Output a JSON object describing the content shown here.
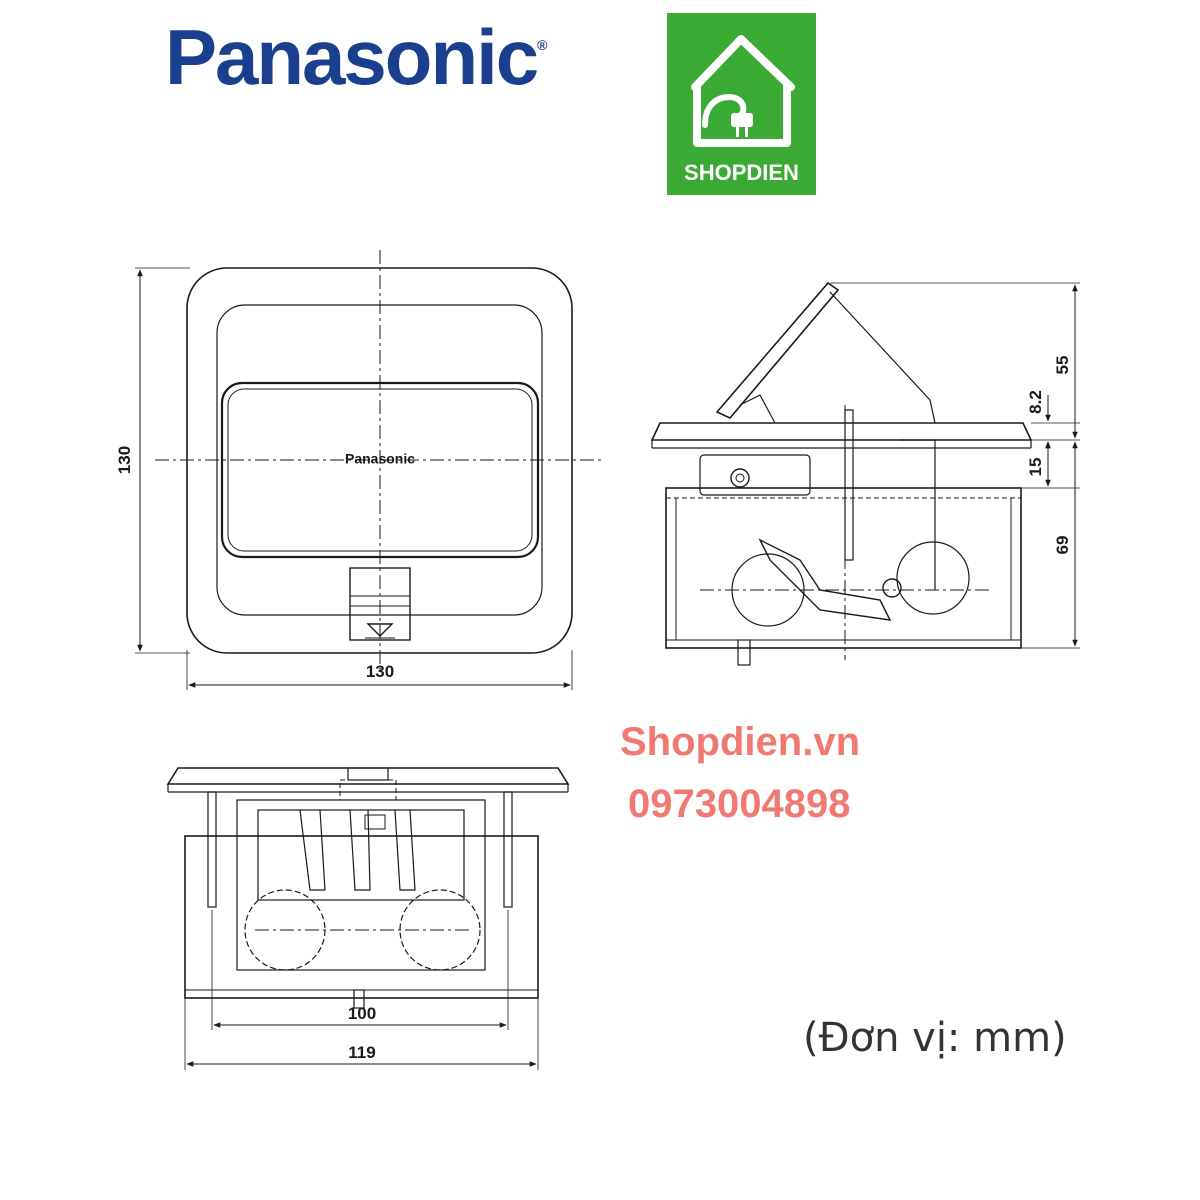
{
  "brand": {
    "logo_text": "Panasonic"
  },
  "shop": {
    "logo_name": "SHOPDIEN"
  },
  "top_view": {
    "cover_brand": "Panasonic",
    "height_dim": "130",
    "width_dim": "130"
  },
  "side_view": {
    "dim_55": "55",
    "dim_8_2": "8.2",
    "dim_15": "15",
    "dim_69": "69"
  },
  "front_view": {
    "dim_100": "100",
    "dim_119": "119"
  },
  "contact": {
    "website": "Shopdien.vn",
    "phone": "0973004898"
  },
  "unit_note": "(Đơn vị: mm)",
  "colors": {
    "panasonic_blue": "#1a3f8f",
    "shop_green": "#3aaa35",
    "contact_red": "#f07a72",
    "line": "#1a1a1a"
  }
}
